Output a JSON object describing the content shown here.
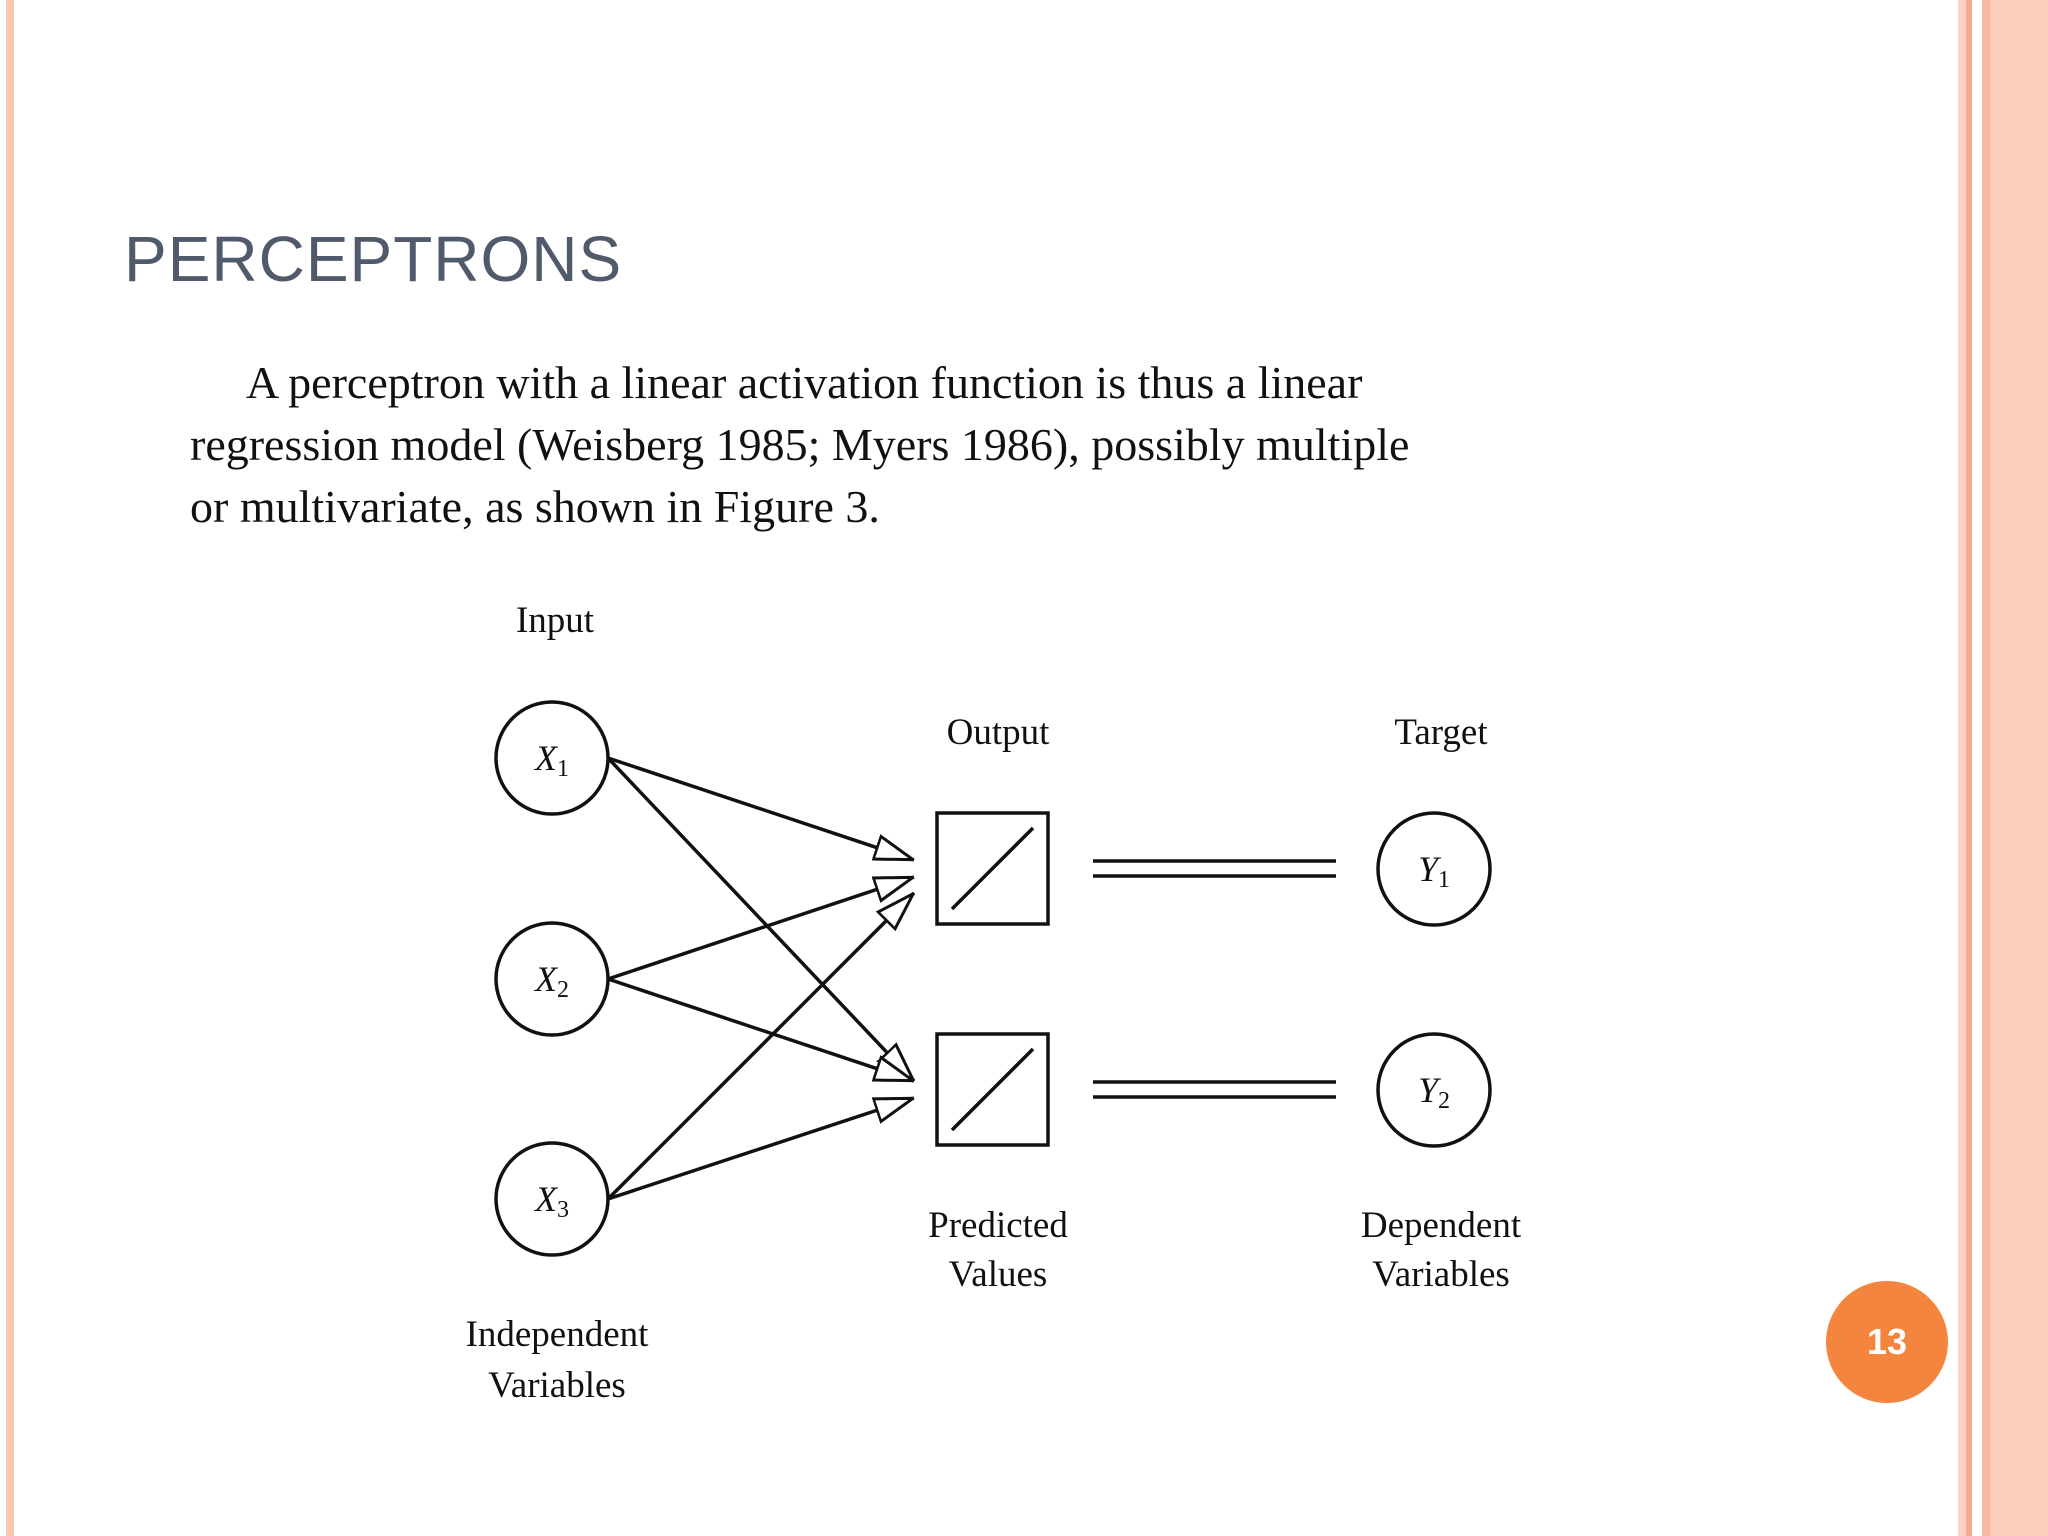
{
  "slide": {
    "title": "PERCEPTRONS",
    "body_lines": [
      "A perceptron with a linear activation function is thus a linear",
      "regression model (Weisberg 1985; Myers 1986), possibly multiple",
      "or multivariate, as shown in Figure 3."
    ],
    "page_number": "13"
  },
  "diagram": {
    "column_labels": {
      "input": "Input",
      "output": "Output",
      "target": "Target"
    },
    "input_nodes": [
      {
        "var": "X",
        "sub": "1"
      },
      {
        "var": "X",
        "sub": "2"
      },
      {
        "var": "X",
        "sub": "3"
      }
    ],
    "target_nodes": [
      {
        "var": "Y",
        "sub": "1"
      },
      {
        "var": "Y",
        "sub": "2"
      }
    ],
    "bottom_labels": {
      "independent": [
        "Independent",
        "Variables"
      ],
      "predicted": [
        "Predicted",
        "Values"
      ],
      "dependent": [
        "Dependent",
        "Variables"
      ]
    }
  },
  "colors": {
    "border_pink": "#f7b9a8",
    "stripe_light": "#fbd3c4",
    "stripe_dark": "#f6a98f",
    "badge_orange": "#f4853f",
    "title_gray": "#505a6b"
  }
}
